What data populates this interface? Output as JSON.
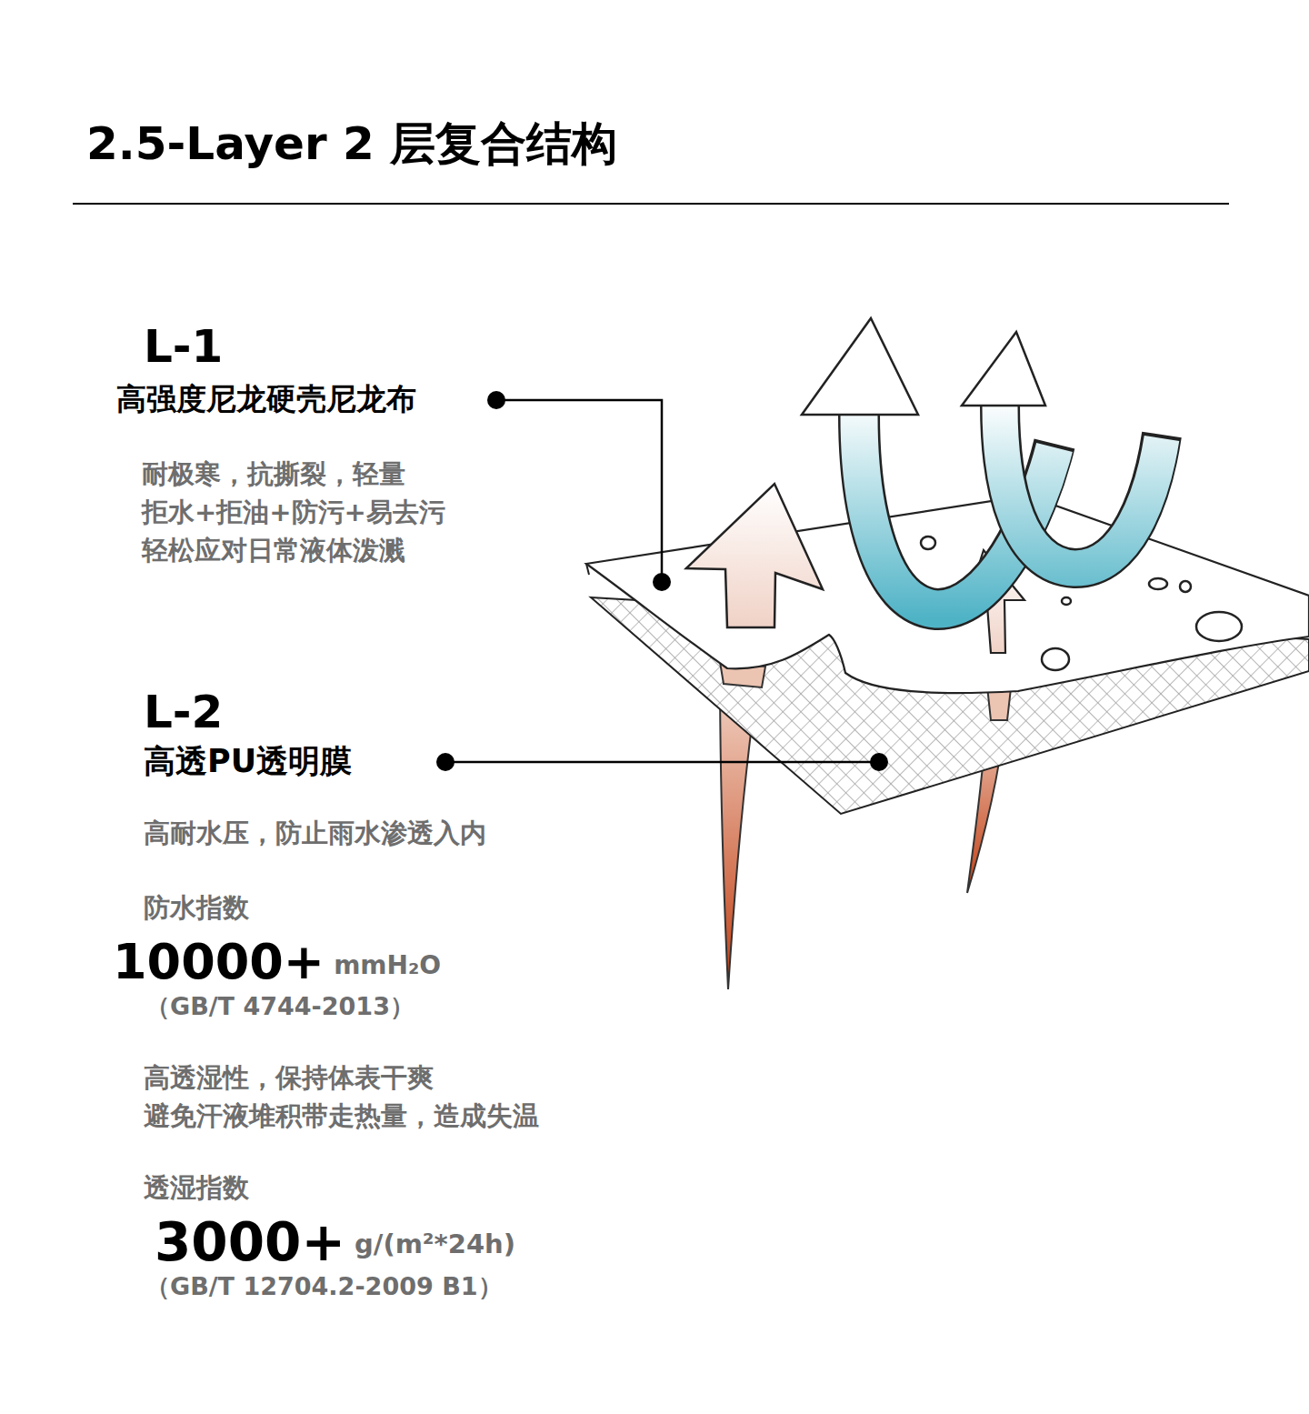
{
  "diagram": {
    "title": "2.5-Layer 2 层复合结构",
    "labels": [
      "L-1",
      "高强度尼龙硬壳尼龙布",
      "耐极寒，抗撕裂，轻量 拒水+拒油+防污+易去污 轻松应对日常液体泼溅",
      "L-2",
      "高透PU透明膜",
      "高耐水压，防止雨水渗透入内",
      "防水指数",
      "10000+",
      "mmH₂O",
      "（GB/T 4744-2013）",
      "高透湿性，保持体表干爽 避免汗液堆积带走热量，造成失温",
      "透湿指数",
      "3000+",
      "g/(m²*24h)",
      "（GB/T 12704.2-2009 B1）"
    ]
  }
}
